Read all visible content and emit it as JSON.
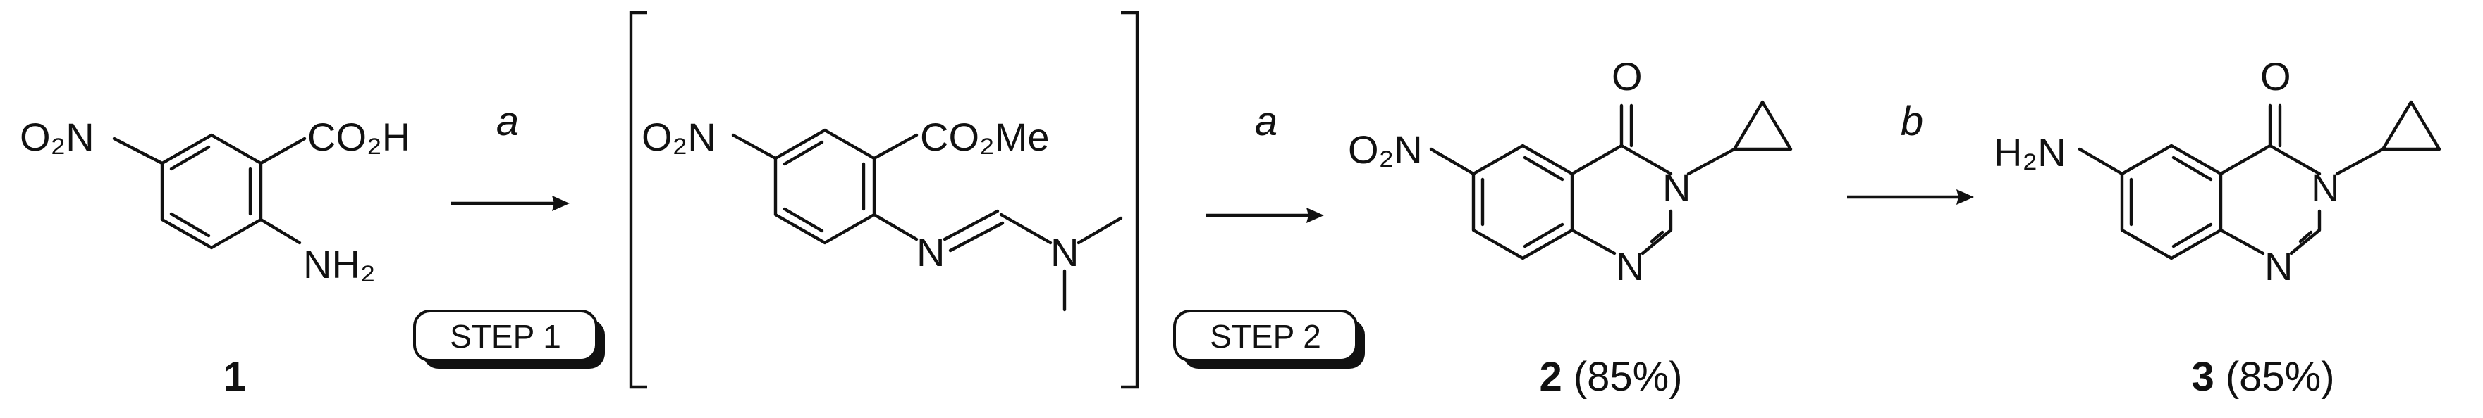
{
  "compounds": {
    "c1": {
      "atoms": {
        "no2": "O₂N",
        "acid": "CO₂H",
        "amine": "NH₂"
      },
      "number": "1"
    },
    "intermediate": {
      "atoms": {
        "no2": "O₂N",
        "ester": "CO₂Me",
        "n_imine": "N",
        "n_amine": "N"
      }
    },
    "c2": {
      "atoms": {
        "no2": "O₂N",
        "oxo": "O",
        "n3": "N",
        "n1": "N"
      },
      "number": "2",
      "yield": " (85%)"
    },
    "c3": {
      "atoms": {
        "nh2": "H₂N",
        "oxo": "O",
        "n3": "N",
        "n1": "N"
      },
      "number": "3",
      "yield": " (85%)"
    }
  },
  "reagents": {
    "arrow1": "a",
    "arrow2": "a",
    "arrow3": "b"
  },
  "steps": {
    "step1": "STEP 1",
    "step2": "STEP 2"
  },
  "colors": {
    "ink": "#111111",
    "badge_shadow": "#111111",
    "badge_fill": "#ffffff"
  }
}
